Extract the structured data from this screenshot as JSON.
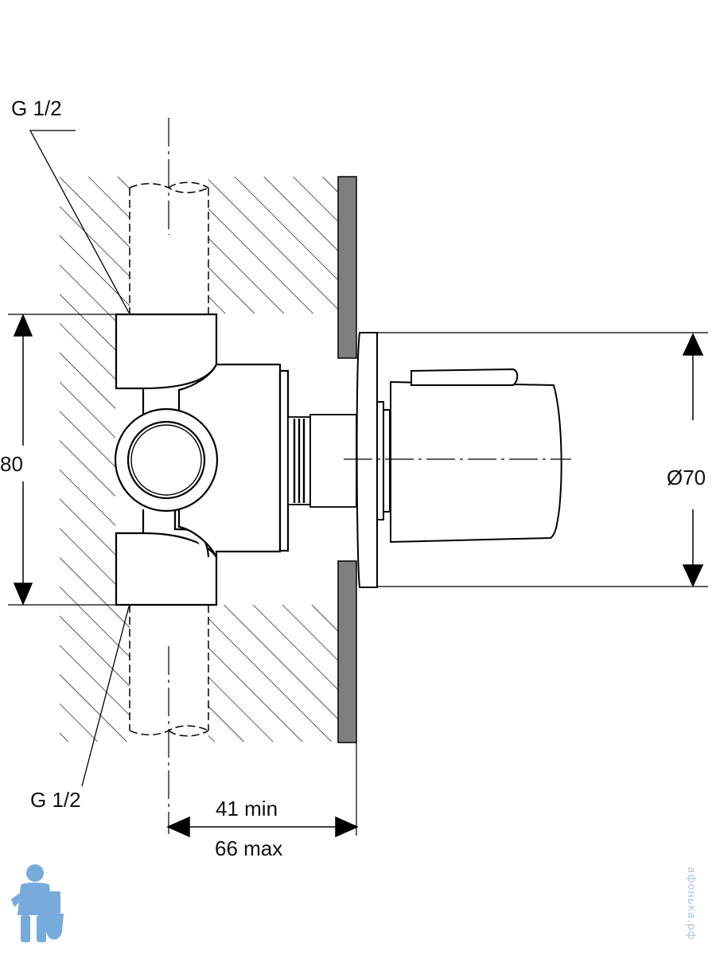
{
  "labels": {
    "thread_top": "G 1/2",
    "thread_bottom": "G 1/2",
    "height_dim": "80",
    "diameter_dim": "Ø70",
    "depth_min": "41 min",
    "depth_max": "66 max"
  },
  "watermark": {
    "text": "афонька.рф"
  },
  "colors": {
    "line": "#000000",
    "wall_panel": "#7f7f7f",
    "logo": "#4a8fcf"
  },
  "icons": {
    "logo": "plumber-mascot-icon"
  }
}
